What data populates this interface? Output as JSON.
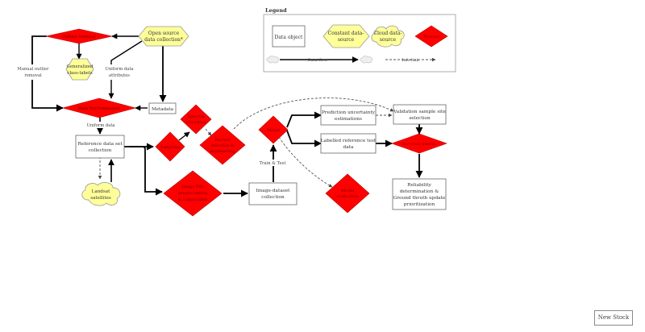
{
  "legend": {
    "title": "Legend",
    "data_object": "Data object",
    "constant_source": [
      "Constant data-",
      "source"
    ],
    "cloud_source": [
      "Cloud data-",
      "source"
    ],
    "process": "Process",
    "data_flow": "Data-flow",
    "info_link": "Info-link"
  },
  "nodes": {
    "open_source": [
      "Open source",
      "data collection*"
    ],
    "generalized_labels": [
      "Generalized",
      "class-labels"
    ],
    "metadata": "Metadata",
    "reference_collection": [
      "Reference data set",
      "collection"
    ],
    "landsat": [
      "Landsat",
      "satellites"
    ],
    "image_dataset": [
      "Image-dataset",
      "collection"
    ],
    "prediction_uncertainty": [
      "Prediction uncertainty",
      "estimations"
    ],
    "labelled_reference": [
      "Labelled reference test",
      "data"
    ],
    "validation_site": [
      "Validation sample site",
      "selection"
    ],
    "reliability": [
      "Reliability",
      "determination &",
      "Ground thruth update",
      "prioritization"
    ]
  },
  "edge_labels": {
    "manual_outlier": [
      "Manual outlier",
      "removal"
    ],
    "uniform_attributes": [
      "Uniform data",
      "attributes"
    ],
    "uniform_data": "Uniform data",
    "train_test": "Train & Test"
  },
  "processes": {
    "outlier_removal": "Outlier removal",
    "harmonization": "Data harmonization",
    "sampling": "Sampling",
    "spectral_extraction": [
      "Spectral",
      "extraction"
    ],
    "feature_selection": [
      "Feature",
      "selection &",
      "engineering"
    ],
    "image_tile": [
      "Image Tile",
      "preprocessing",
      "& composition"
    ],
    "model": "Model",
    "model_evaluation": [
      "Model",
      "evaluation"
    ],
    "accuracy_assessment": "Accuracy assess."
  },
  "button": {
    "new_stock": "New Stock"
  },
  "colors": {
    "process": "#ff0000",
    "source": "#ffff99",
    "stroke": "#333333"
  }
}
